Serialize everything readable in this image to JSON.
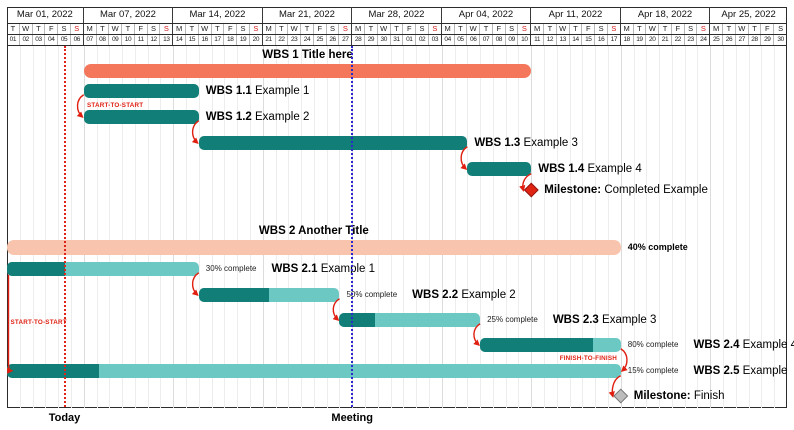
{
  "colors": {
    "group1_fill": "#f4775c",
    "group2_fill": "#f9c4ad",
    "task_done": "#117e78",
    "task_remaining": "#6cc8c2",
    "link": "#e01f10",
    "milestone_red": "#df2414",
    "milestone_red_stroke": "#8f130a",
    "milestone_gray": "#bdbdbd",
    "milestone_gray_stroke": "#757575",
    "sunday": "#d41717"
  },
  "header": {
    "weeks": [
      {
        "label": "Mar 01, 2022",
        "days": 6
      },
      {
        "label": "Mar 07, 2022",
        "days": 7
      },
      {
        "label": "Mar 14, 2022",
        "days": 7
      },
      {
        "label": "Mar 21, 2022",
        "days": 7
      },
      {
        "label": "Mar 28, 2022",
        "days": 7
      },
      {
        "label": "Apr 04, 2022",
        "days": 7
      },
      {
        "label": "Apr 11, 2022",
        "days": 7
      },
      {
        "label": "Apr 18, 2022",
        "days": 7
      },
      {
        "label": "Apr 25, 2022",
        "days": 6
      }
    ],
    "letters": [
      "T",
      "W",
      "T",
      "F",
      "S",
      "S",
      "M",
      "T",
      "W",
      "T",
      "F",
      "S",
      "S",
      "M",
      "T",
      "W",
      "T",
      "F",
      "S",
      "S",
      "M",
      "T",
      "W",
      "T",
      "F",
      "S",
      "S",
      "M",
      "T",
      "W",
      "T",
      "F",
      "S",
      "S",
      "M",
      "T",
      "W",
      "T",
      "F",
      "S",
      "S",
      "M",
      "T",
      "W",
      "T",
      "F",
      "S",
      "S",
      "M",
      "T",
      "W",
      "T",
      "F",
      "S",
      "S",
      "M",
      "T",
      "W",
      "T",
      "F",
      "S"
    ],
    "numbers": [
      "01",
      "02",
      "03",
      "04",
      "05",
      "06",
      "07",
      "08",
      "09",
      "10",
      "11",
      "12",
      "13",
      "14",
      "15",
      "16",
      "17",
      "18",
      "19",
      "20",
      "21",
      "22",
      "23",
      "24",
      "25",
      "26",
      "27",
      "28",
      "29",
      "30",
      "31",
      "01",
      "02",
      "03",
      "04",
      "05",
      "06",
      "07",
      "08",
      "09",
      "10",
      "11",
      "12",
      "13",
      "14",
      "15",
      "16",
      "17",
      "18",
      "19",
      "20",
      "21",
      "22",
      "23",
      "24",
      "25",
      "26",
      "27",
      "28",
      "29",
      "30"
    ],
    "sundays": [
      5,
      12,
      19,
      26,
      33,
      40,
      47,
      54
    ],
    "week_boundaries": [
      6,
      13,
      20,
      27,
      34,
      41,
      48,
      55
    ]
  },
  "markers": [
    {
      "id": "today",
      "label": "Today",
      "day": 4.5,
      "color": "#e02419",
      "style": "dotted"
    },
    {
      "id": "meeting",
      "label": "Meeting",
      "day": 27,
      "color": "#2929cc",
      "style": "dotted"
    }
  ],
  "chart_data": {
    "type": "gantt",
    "calendar_start": "Mar 01, 2022",
    "calendar_end": "Apr 30, 2022",
    "rows": [
      {
        "type": "group",
        "bold": "WBS 1",
        "text": "Title here",
        "start": 6,
        "dur": 35,
        "fill": "group1_fill"
      },
      {
        "type": "task",
        "bold": "WBS 1.1",
        "text": "Example 1",
        "start": 6,
        "dur": 9
      },
      {
        "type": "task",
        "bold": "WBS 1.2",
        "text": "Example 2",
        "start": 6,
        "dur": 9
      },
      {
        "type": "task",
        "bold": "WBS 1.3",
        "text": "Example 3",
        "start": 15,
        "dur": 21
      },
      {
        "type": "task",
        "bold": "WBS 1.4",
        "text": "Example 4",
        "start": 36,
        "dur": 5
      },
      {
        "type": "milestone",
        "bold": "Milestone:",
        "text": "Completed Example",
        "at": 41,
        "variant": "red"
      },
      {
        "type": "group",
        "bold": "WBS 2",
        "text": "Another Title",
        "start": 0,
        "dur": 48,
        "fill": "group2_fill",
        "percent_label": "40% complete"
      },
      {
        "type": "task",
        "bold": "WBS 2.1",
        "text": "Example 1",
        "start": 0,
        "dur": 15,
        "percent": 0.3,
        "percent_label": "30% complete"
      },
      {
        "type": "task",
        "bold": "WBS 2.2",
        "text": "Example 2",
        "start": 15,
        "dur": 11,
        "percent": 0.5,
        "percent_label": "50% complete"
      },
      {
        "type": "task",
        "bold": "WBS 2.3",
        "text": "Example 3",
        "start": 26,
        "dur": 11,
        "percent": 0.25,
        "percent_label": "25% complete"
      },
      {
        "type": "task",
        "bold": "WBS 2.4",
        "text": "Example 4",
        "start": 37,
        "dur": 11,
        "percent": 0.8,
        "percent_label": "80% complete"
      },
      {
        "type": "task",
        "bold": "WBS 2.5",
        "text": "Example",
        "start": 0,
        "dur": 48,
        "percent": 0.15,
        "percent_label": "15% complete"
      },
      {
        "type": "milestone",
        "bold": "Milestone:",
        "text": "Finish",
        "at": 48,
        "variant": "gray"
      }
    ],
    "links": [
      {
        "from": 1,
        "to": 2,
        "type": "s2s",
        "label": "START-TO-START"
      },
      {
        "from": 2,
        "to": 3,
        "type": "f2s"
      },
      {
        "from": 3,
        "to": 4,
        "type": "f2s"
      },
      {
        "from": 4,
        "to": 5,
        "type": "f2m"
      },
      {
        "from": 7,
        "to": 11,
        "type": "s2s-long",
        "label": "START-TO-START"
      },
      {
        "from": 7,
        "to": 8,
        "type": "f2s"
      },
      {
        "from": 8,
        "to": 9,
        "type": "f2s"
      },
      {
        "from": 9,
        "to": 10,
        "type": "f2s"
      },
      {
        "from": 10,
        "to": 11,
        "type": "f2f",
        "label": "FINISH-TO-FINISH"
      },
      {
        "from": 11,
        "to": 12,
        "type": "f2m"
      }
    ]
  }
}
